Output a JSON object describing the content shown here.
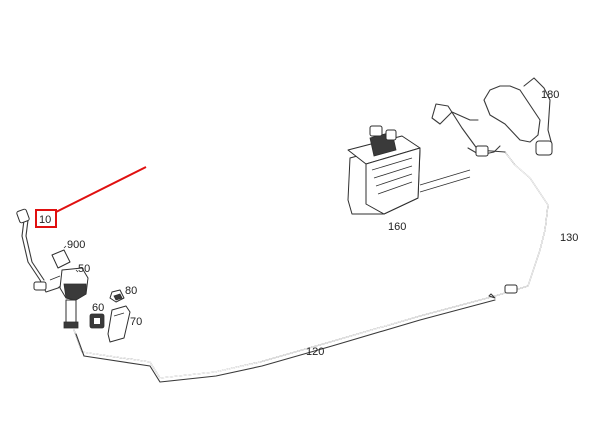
{
  "callouts": {
    "p10": "10",
    "p900": "900",
    "p50": "50",
    "p80": "80",
    "p60": "60",
    "p70": "70",
    "p120": "120",
    "p130": "130",
    "p160": "160",
    "p180": "180"
  },
  "highlight": {
    "color": "#e01010",
    "target": "10"
  }
}
